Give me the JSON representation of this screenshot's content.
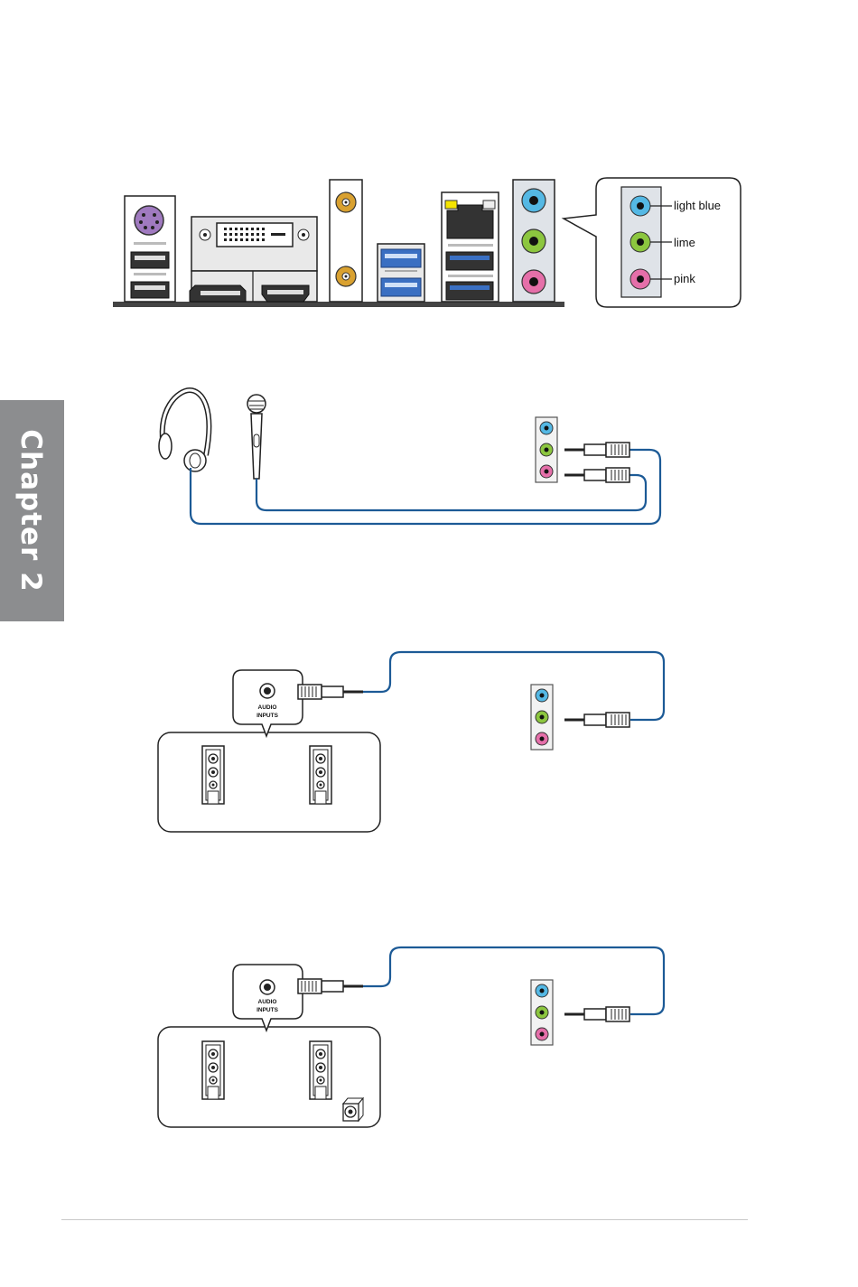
{
  "chapter_tab": {
    "label": "Chapter 2"
  },
  "audio_legend": {
    "ports": [
      {
        "color_name": "light blue",
        "hex": "#54b8e4"
      },
      {
        "color_name": "lime",
        "hex": "#8cc63f"
      },
      {
        "color_name": "pink",
        "hex": "#e56fa9"
      }
    ]
  },
  "speaker_panels": [
    {
      "jack_label_line1": "AUDIO",
      "jack_label_line2": "INPUTS"
    },
    {
      "jack_label_line1": "AUDIO",
      "jack_label_line2": "INPUTS"
    }
  ],
  "colors": {
    "cable": "#1c5a96",
    "chapter_tab": "#8c8d8f",
    "usb3": "#3a6fc2",
    "antenna": "#d9a130"
  }
}
